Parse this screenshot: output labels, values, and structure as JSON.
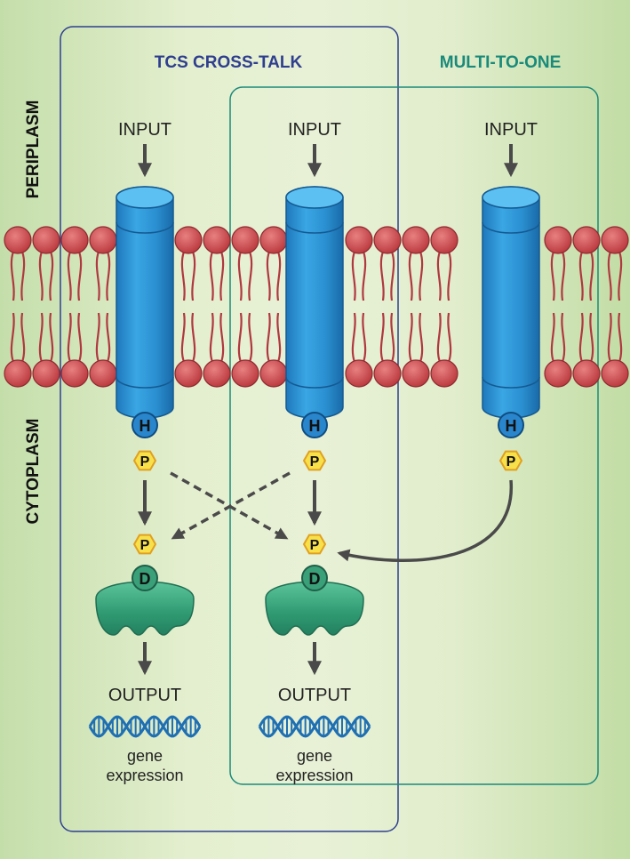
{
  "regions": {
    "periplasm": "PERIPLASM",
    "cytoplasm": "CYTOPLASM"
  },
  "panels": {
    "cross_talk": {
      "title": "TCS CROSS-TALK",
      "color": "#2f3f8f"
    },
    "multi_to_one": {
      "title": "MULTI-TO-ONE",
      "color": "#1a8a7a"
    }
  },
  "sensors": [
    {
      "input": "INPUT",
      "histidine": "H",
      "phospho": "P"
    },
    {
      "input": "INPUT",
      "histidine": "H",
      "phospho": "P"
    },
    {
      "input": "INPUT",
      "histidine": "H",
      "phospho": "P"
    }
  ],
  "regulators": [
    {
      "phospho": "P",
      "aspartate": "D",
      "output": "OUTPUT",
      "caption_line1": "gene",
      "caption_line2": "expression"
    },
    {
      "phospho": "P",
      "aspartate": "D",
      "output": "OUTPUT",
      "caption_line1": "gene",
      "caption_line2": "expression"
    }
  ],
  "colors": {
    "membrane_head": "#c8484e",
    "membrane_tail": "#b03840",
    "sensor": "#2a8fd0",
    "phospho_fill": "#f8e04a",
    "phospho_stroke": "#e0a020",
    "regulator": "#3aa07a",
    "arrow": "#4a4a4a",
    "dna": "#1f6fb3"
  }
}
